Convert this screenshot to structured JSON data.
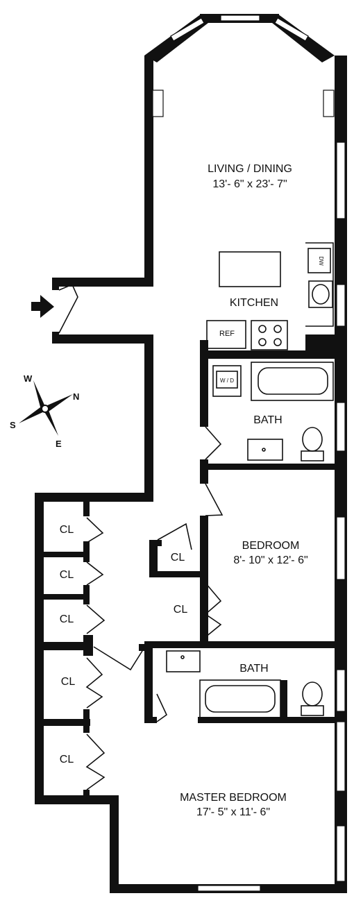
{
  "rooms": {
    "living": {
      "name": "LIVING / DINING",
      "size": "13'- 6\" x 23'- 7\""
    },
    "kitchen": {
      "name": "KITCHEN"
    },
    "bath1": {
      "name": "BATH"
    },
    "bedroom": {
      "name": "BEDROOM",
      "size": "8'- 10\" x 12'- 6\""
    },
    "bath2": {
      "name": "BATH"
    },
    "master": {
      "name": "MASTER BEDROOM",
      "size": "17'- 5\" x 11'- 6\""
    }
  },
  "closet_label": "CL",
  "appliances": {
    "ref": "REF",
    "dw": "DW",
    "wd": "W / D"
  },
  "compass": {
    "n": "N",
    "s": "S",
    "e": "E",
    "w": "W"
  }
}
